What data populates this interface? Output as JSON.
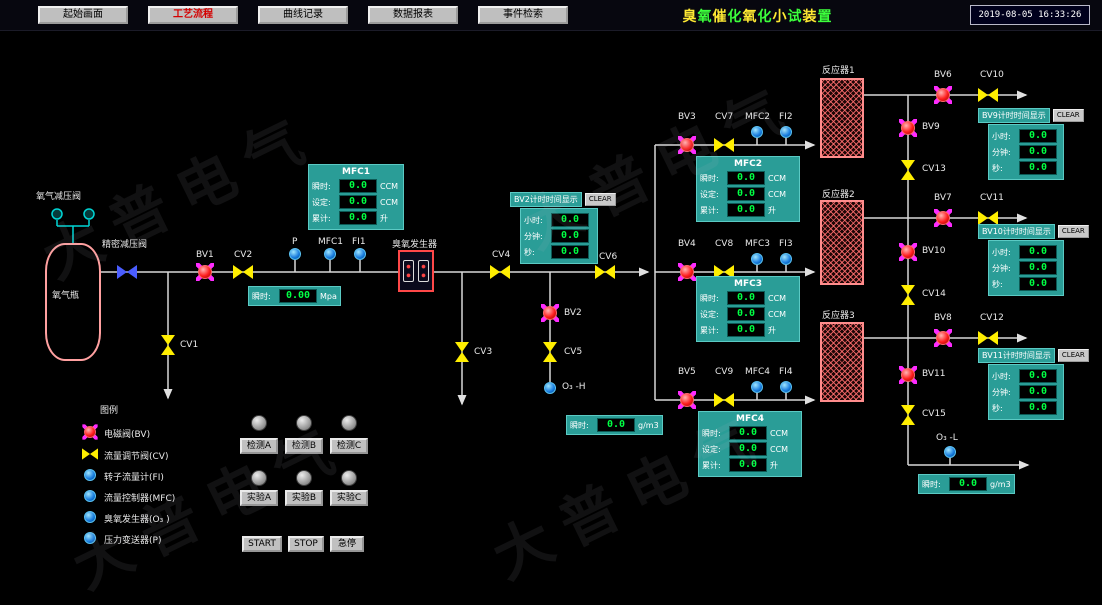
{
  "watermark": "大普电气",
  "header": {
    "nav": [
      {
        "label": "起始画面"
      },
      {
        "label": "工艺流程"
      },
      {
        "label": "曲线记录"
      },
      {
        "label": "数据报表"
      },
      {
        "label": "事件检索"
      }
    ],
    "title_chars": [
      "臭",
      "氧",
      "催",
      "化",
      "氧",
      "化",
      "小",
      "试",
      "装",
      "置"
    ],
    "timestamp": "2019-08-05 16:33:26"
  },
  "equipment": {
    "oxygen_regulator": "氧气减压阀",
    "precision_regulator": "精密减压阀",
    "oxygen_cylinder": "氧气瓶",
    "ozone_generator": "臭氧发生器",
    "reactor1": "反应器1",
    "reactor2": "反应器2",
    "reactor3": "反应器3"
  },
  "valves": {
    "bv1": "BV1",
    "bv2": "BV2",
    "bv3": "BV3",
    "bv4": "BV4",
    "bv5": "BV5",
    "bv6": "BV6",
    "bv7": "BV7",
    "bv8": "BV8",
    "bv9": "BV9",
    "bv10": "BV10",
    "bv11": "BV11",
    "cv1": "CV1",
    "cv2": "CV2",
    "cv3": "CV3",
    "cv4": "CV4",
    "cv5": "CV5",
    "cv6": "CV6",
    "cv7": "CV7",
    "cv8": "CV8",
    "cv9": "CV9",
    "cv10": "CV10",
    "cv11": "CV11",
    "cv12": "CV12",
    "cv13": "CV13",
    "cv14": "CV14",
    "cv15": "CV15"
  },
  "sensors": {
    "p": "P",
    "mfc1": "MFC1",
    "fi1": "FI1",
    "mfc2": "MFC2",
    "fi2": "FI2",
    "mfc3": "MFC3",
    "fi3": "FI3",
    "mfc4": "MFC4",
    "fi4": "FI4",
    "o3h": "O₃ -H",
    "o3l": "O₃ -L"
  },
  "displays": {
    "pressure": {
      "label": "瞬时:",
      "value": "0.00",
      "unit": "Mpa"
    },
    "ozone_mid": {
      "label": "瞬时:",
      "value": "0.0",
      "unit": "g/m3"
    },
    "ozone_out": {
      "label": "瞬时:",
      "value": "0.0",
      "unit": "g/m3"
    }
  },
  "mfc_panels": {
    "mfc1": {
      "title": "MFC1",
      "rows": [
        {
          "label": "瞬时:",
          "value": "0.0",
          "unit": "CCM"
        },
        {
          "label": "设定:",
          "value": "0.0",
          "unit": "CCM"
        },
        {
          "label": "累计:",
          "value": "0.0",
          "unit": "升"
        }
      ]
    },
    "mfc2": {
      "title": "MFC2",
      "rows": [
        {
          "label": "瞬时:",
          "value": "0.0",
          "unit": "CCM"
        },
        {
          "label": "设定:",
          "value": "0.0",
          "unit": "CCM"
        },
        {
          "label": "累计:",
          "value": "0.0",
          "unit": "升"
        }
      ]
    },
    "mfc3": {
      "title": "MFC3",
      "rows": [
        {
          "label": "瞬时:",
          "value": "0.0",
          "unit": "CCM"
        },
        {
          "label": "设定:",
          "value": "0.0",
          "unit": "CCM"
        },
        {
          "label": "累计:",
          "value": "0.0",
          "unit": "升"
        }
      ]
    },
    "mfc4": {
      "title": "MFC4",
      "rows": [
        {
          "label": "瞬时:",
          "value": "0.0",
          "unit": "CCM"
        },
        {
          "label": "设定:",
          "value": "0.0",
          "unit": "CCM"
        },
        {
          "label": "累计:",
          "value": "0.0",
          "unit": "升"
        }
      ]
    }
  },
  "timers": {
    "bv2": {
      "title": "BV2计时时间显示",
      "clear": "CLEAR",
      "rows": [
        {
          "label": "小时:",
          "value": "0.0"
        },
        {
          "label": "分钟:",
          "value": "0.0"
        },
        {
          "label": "秒:",
          "value": "0.0"
        }
      ]
    },
    "bv9": {
      "title": "BV9计时时间显示",
      "clear": "CLEAR",
      "rows": [
        {
          "label": "小时:",
          "value": "0.0"
        },
        {
          "label": "分钟:",
          "value": "0.0"
        },
        {
          "label": "秒:",
          "value": "0.0"
        }
      ]
    },
    "bv10": {
      "title": "BV10计时时间显示",
      "clear": "CLEAR",
      "rows": [
        {
          "label": "小时:",
          "value": "0.0"
        },
        {
          "label": "分钟:",
          "value": "0.0"
        },
        {
          "label": "秒:",
          "value": "0.0"
        }
      ]
    },
    "bv11": {
      "title": "BV11计时时间显示",
      "clear": "CLEAR",
      "rows": [
        {
          "label": "小时:",
          "value": "0.0"
        },
        {
          "label": "分钟:",
          "value": "0.0"
        },
        {
          "label": "秒:",
          "value": "0.0"
        }
      ]
    }
  },
  "legend": {
    "title": "图例",
    "items": [
      {
        "label": "电磁阀(BV)"
      },
      {
        "label": "流量调节阀(CV)"
      },
      {
        "label": "转子流量计(FI)"
      },
      {
        "label": "流量控制器(MFC)"
      },
      {
        "label": "臭氧发生器(O₃ )"
      },
      {
        "label": "压力变送器(P)"
      }
    ]
  },
  "controls": {
    "detect": [
      {
        "label": "检测A"
      },
      {
        "label": "检测B"
      },
      {
        "label": "检测C"
      }
    ],
    "experiment": [
      {
        "label": "实验A"
      },
      {
        "label": "实验B"
      },
      {
        "label": "实验C"
      }
    ],
    "start": "START",
    "stop": "STOP",
    "estop": "急停"
  }
}
